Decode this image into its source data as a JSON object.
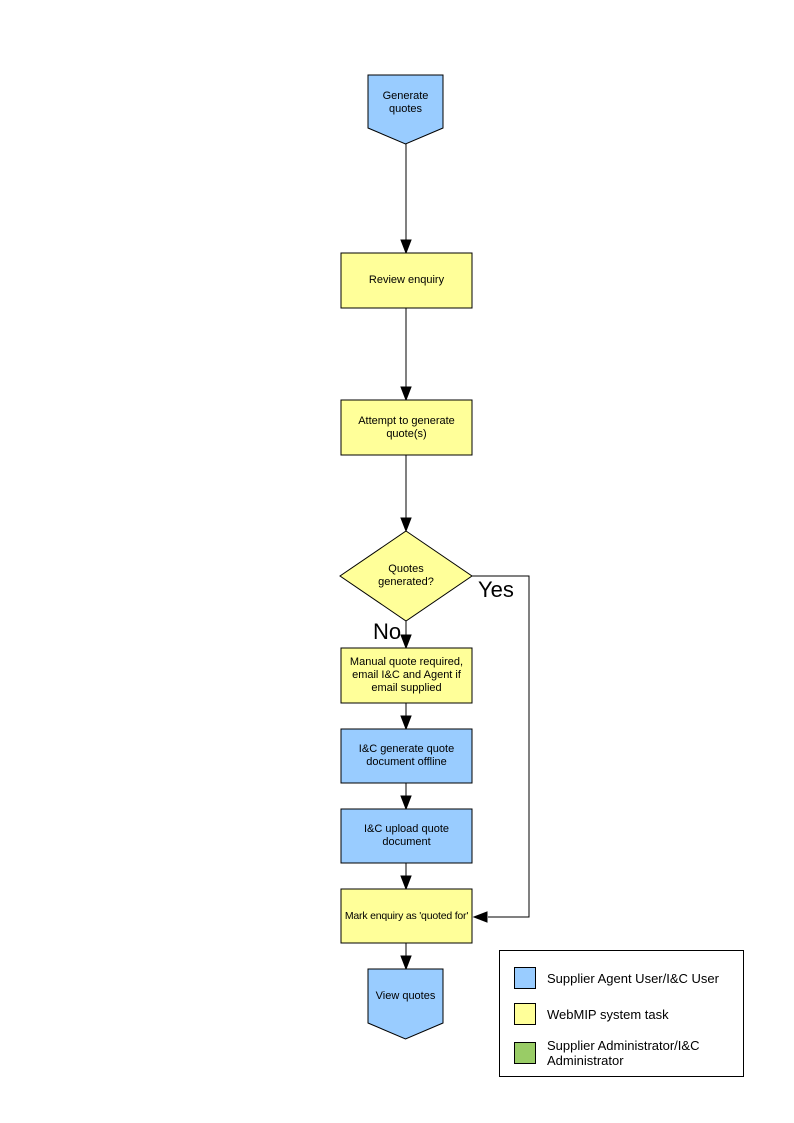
{
  "colors": {
    "agent_user_fill": "#99CCFF",
    "system_task_fill": "#FFFF99",
    "administrator_fill": "#99CC66",
    "connector": "#000000"
  },
  "nodes": {
    "generate_quotes": {
      "label": "Generate quotes"
    },
    "review_enquiry": {
      "label": "Review enquiry"
    },
    "attempt_generate": {
      "label": "Attempt to generate quote(s)"
    },
    "quotes_generated": {
      "label": "Quotes generated?"
    },
    "manual_quote": {
      "label": "Manual quote required, email I&C and Agent if email supplied"
    },
    "ic_generate_offline": {
      "label": "I&C generate quote document offline"
    },
    "ic_upload": {
      "label": "I&C upload quote document"
    },
    "mark_quoted": {
      "label": "Mark enquiry as 'quoted for'"
    },
    "view_quotes": {
      "label": "View quotes"
    }
  },
  "branches": {
    "yes": "Yes",
    "no": "No"
  },
  "legend": {
    "items": [
      {
        "label": "Supplier Agent User/I&C User",
        "color": "#99CCFF"
      },
      {
        "label": "WebMIP system task",
        "color": "#FFFF99"
      },
      {
        "label": "Supplier Administrator/I&C Administrator",
        "color": "#99CC66"
      }
    ]
  }
}
